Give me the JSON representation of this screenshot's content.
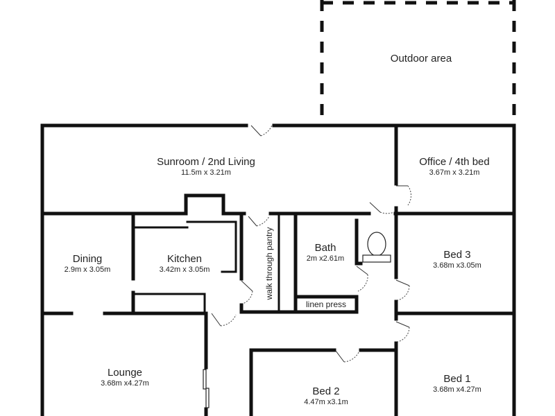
{
  "rooms": {
    "outdoor": {
      "name": "Outdoor area"
    },
    "sunroom": {
      "name": "Sunroom / 2nd Living",
      "dims": "11.5m x 3.21m"
    },
    "office": {
      "name": "Office / 4th bed",
      "dims": "3.67m x 3.21m"
    },
    "dining": {
      "name": "Dining",
      "dims": "2.9m x 3.05m"
    },
    "kitchen": {
      "name": "Kitchen",
      "dims": "3.42m x 3.05m"
    },
    "pantry": {
      "name": "walk through pantry"
    },
    "bath": {
      "name": "Bath",
      "dims": "2m x2.61m"
    },
    "linen": {
      "name": "linen press"
    },
    "bed3": {
      "name": "Bed 3",
      "dims": "3.68m x3.05m"
    },
    "lounge": {
      "name": "Lounge",
      "dims": "3.68m x4.27m"
    },
    "bed2": {
      "name": "Bed 2",
      "dims": "4.47m x3.1m"
    },
    "bed1": {
      "name": "Bed 1",
      "dims": "3.68m x4.27m"
    }
  }
}
